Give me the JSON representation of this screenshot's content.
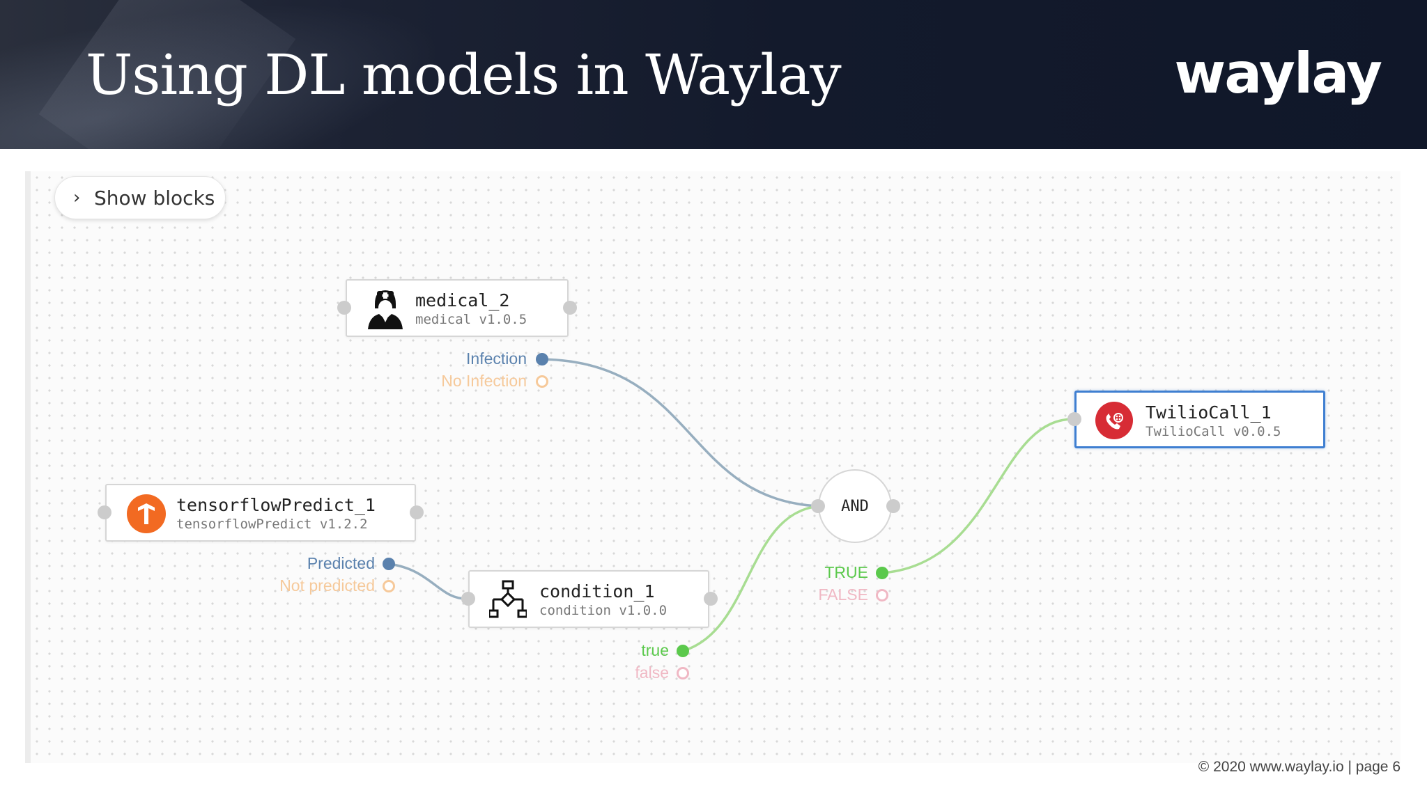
{
  "slide": {
    "title": "Using DL models in Waylay",
    "logo": "waylay",
    "footer": "© 2020 www.waylay.io | page  6"
  },
  "toolbar": {
    "show_blocks_label": "Show blocks",
    "show_blocks_icon": "chevron-right-icon"
  },
  "nodes": {
    "medical": {
      "name": "medical_2",
      "version": "medical v1.0.5",
      "icon": "nurse-icon",
      "outputs": {
        "a": "Infection",
        "b": "No Infection"
      }
    },
    "tensorflow": {
      "name": "tensorflowPredict_1",
      "version": "tensorflowPredict v1.2.2",
      "icon": "tensorflow-icon",
      "outputs": {
        "a": "Predicted",
        "b": "Not predicted"
      }
    },
    "condition": {
      "name": "condition_1",
      "version": "condition v1.0.0",
      "icon": "flowchart-icon",
      "outputs": {
        "a": "true",
        "b": "false"
      }
    },
    "and": {
      "label": "AND",
      "outputs": {
        "a": "TRUE",
        "b": "FALSE"
      }
    },
    "twilio": {
      "name": "TwilioCall_1",
      "version": "TwilioCall v0.0.5",
      "icon": "phone-icon"
    }
  },
  "colors": {
    "blue_port": "#5a81ad",
    "orange_faded": "#f6c99a",
    "green": "#5bc94c",
    "pink_faded": "#f0b8c4",
    "edge_blue": "#97aebf",
    "edge_green": "#a8dd92",
    "twilio_red": "#d72c35",
    "tensorflow_orange": "#f26a22",
    "selected_border": "#3f7fd1"
  }
}
